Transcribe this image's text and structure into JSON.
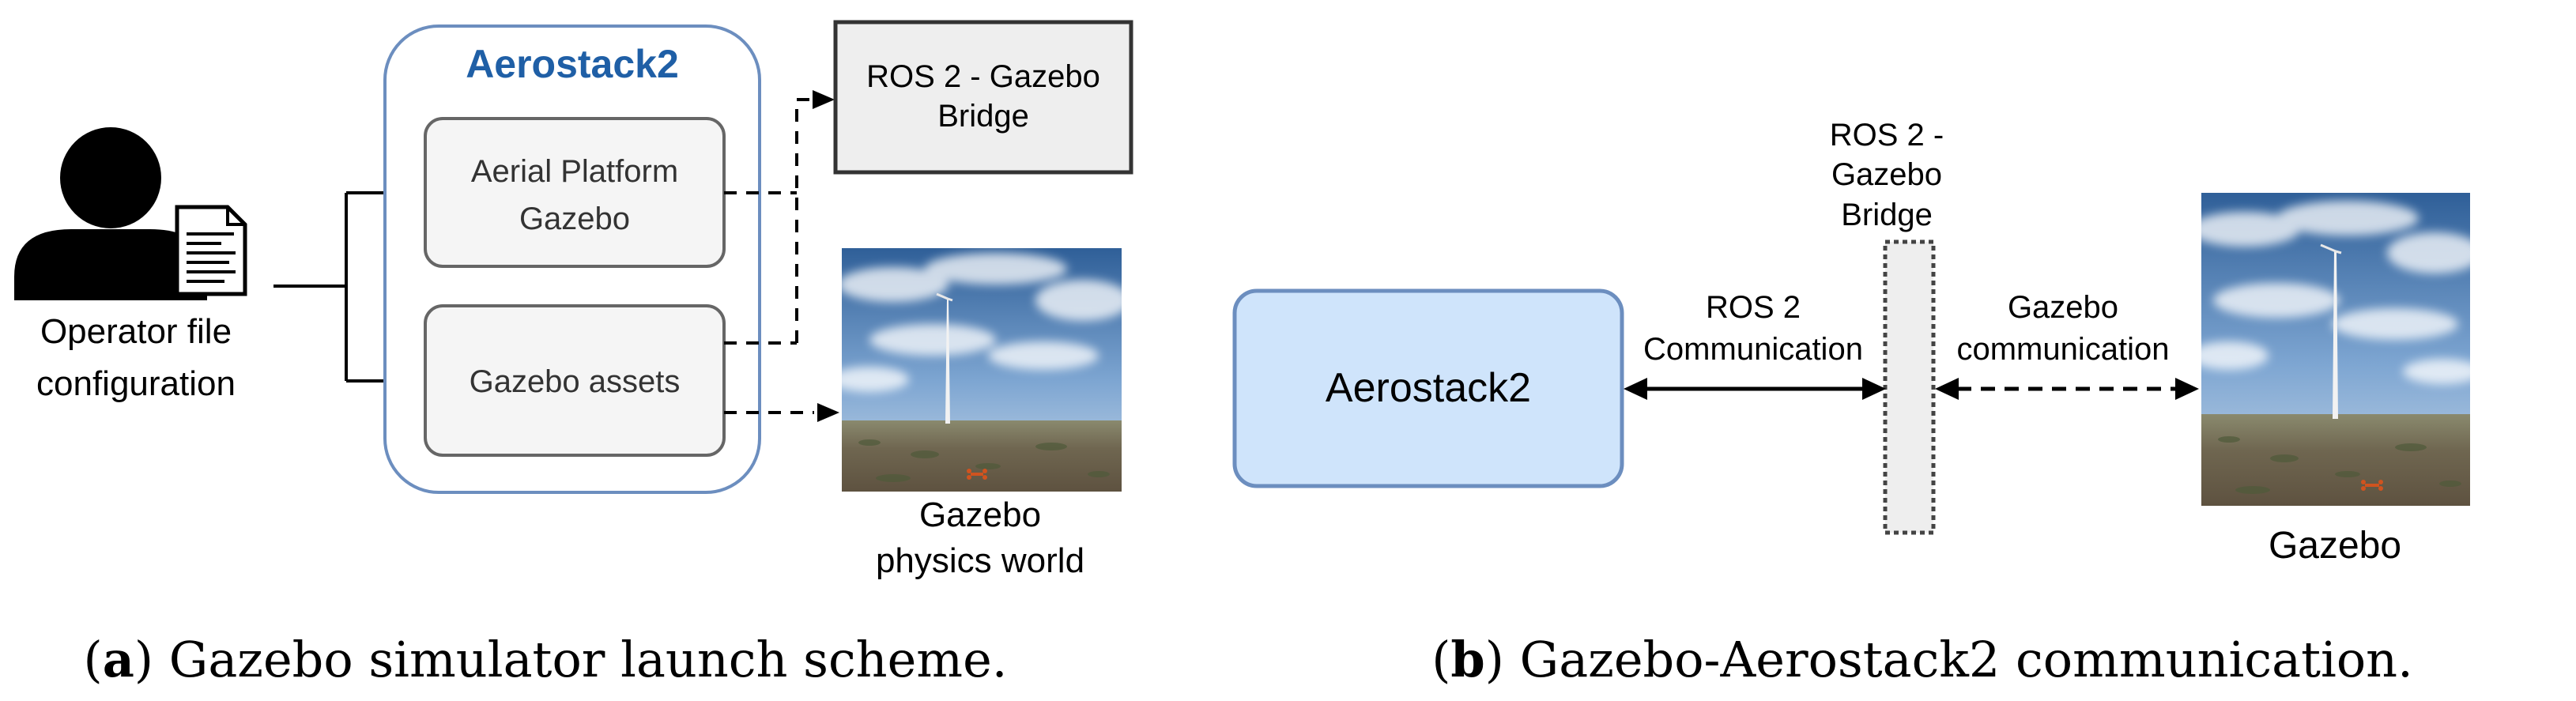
{
  "panel_a": {
    "operator_label_line1": "Operator file",
    "operator_label_line2": "configuration",
    "aerostack_title": "Aerostack2",
    "aerial_platform_line1": "Aerial Platform",
    "aerial_platform_line2": "Gazebo",
    "gazebo_assets": "Gazebo assets",
    "ros_bridge_line1": "ROS 2 - Gazebo",
    "ros_bridge_line2": "Bridge",
    "world_label_line1": "Gazebo",
    "world_label_line2": "physics world",
    "caption_letter": "a",
    "caption_text": "Gazebo simulator launch scheme."
  },
  "panel_b": {
    "aerostack_box": "Aerostack2",
    "bridge_line1": "ROS 2 -",
    "bridge_line2": "Gazebo",
    "bridge_line3": "Bridge",
    "ros_comm_line1": "ROS 2",
    "ros_comm_line2": "Communication",
    "gz_comm_line1": "Gazebo",
    "gz_comm_line2": "communication",
    "gazebo_label": "Gazebo",
    "caption_letter": "b",
    "caption_text": "Gazebo-Aerostack2 communication."
  },
  "colors": {
    "aerostack_title": "#1f5fa6",
    "container_border": "#6c8ebf",
    "module_fill": "#f5f5f5",
    "module_border": "#666666",
    "bridge_fill": "#eeeeee",
    "aerostack_box_fill": "#cfe4fb",
    "aerostack_box_border": "#6c8ebf"
  }
}
